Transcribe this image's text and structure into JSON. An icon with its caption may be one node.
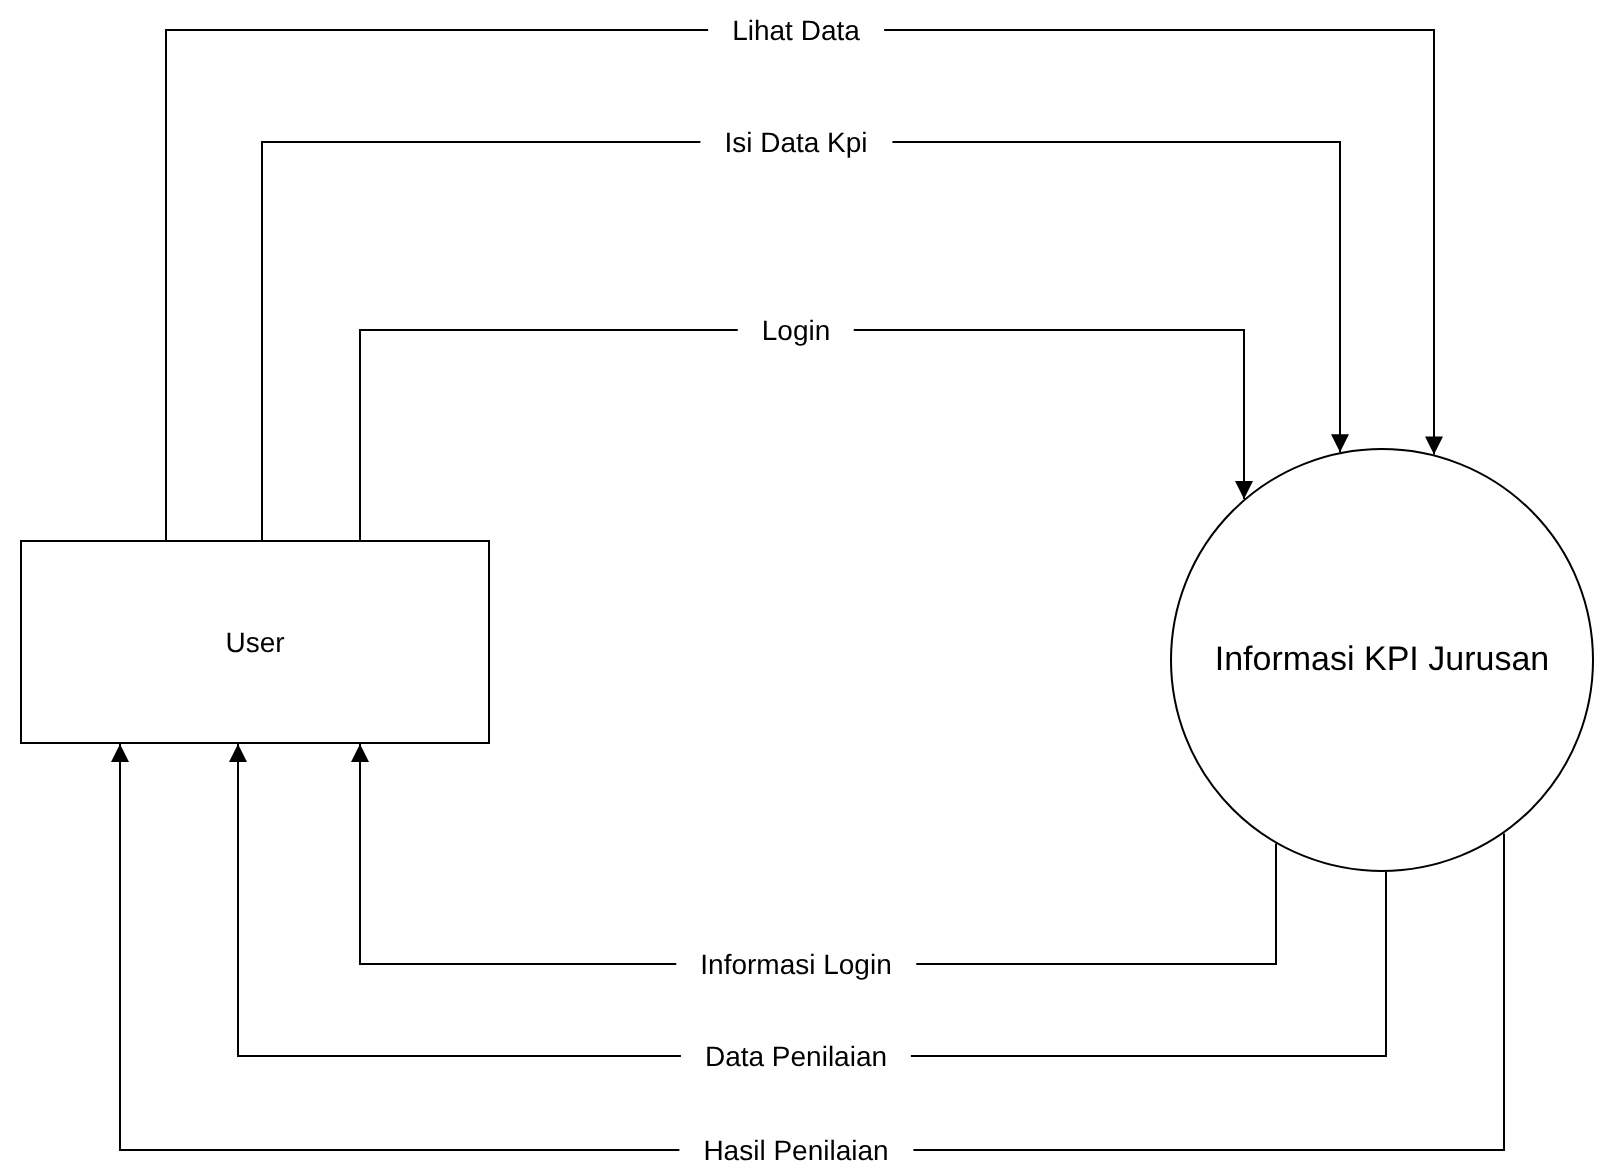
{
  "diagram": {
    "nodes": [
      {
        "text": [
          "User"
        ]
      },
      {
        "text": [
          "Informasi KPI Jurusan"
        ]
      }
    ],
    "edges": [
      {
        "from": 0,
        "to": 1,
        "arrow": "to",
        "label": "Lihat Data"
      },
      {
        "from": 0,
        "to": 1,
        "arrow": "to",
        "label": "Isi Data Kpi"
      },
      {
        "from": 0,
        "to": 1,
        "arrow": "to",
        "label": "Login"
      },
      {
        "from": 1,
        "to": 0,
        "arrow": "to",
        "label": "Informasi Login"
      },
      {
        "from": 1,
        "to": 0,
        "arrow": "to",
        "label": "Data Penilaian"
      },
      {
        "from": 1,
        "to": 0,
        "arrow": "to",
        "label": "Hasil Penilaian"
      }
    ]
  }
}
